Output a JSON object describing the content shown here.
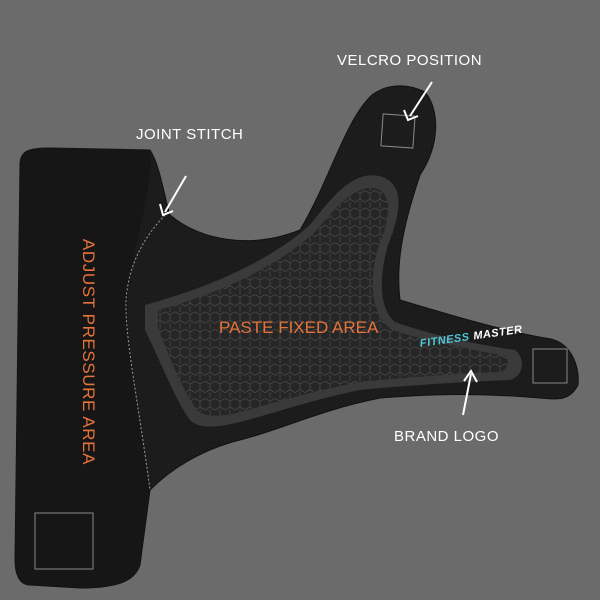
{
  "labels": {
    "velcro_position": "VELCRO POSITION",
    "joint_stitch": "JOINT STITCH",
    "brand_logo": "BRAND LOGO",
    "paste_fixed_area": "PASTE FIXED AREA",
    "adjust_pressure_area": "ADJUST PRESSURE AREA"
  },
  "brand": {
    "word1": "FITNESS",
    "word2": "MASTER"
  },
  "colors": {
    "background": "#6b6b6b",
    "brace_fabric": "#1d1d1d",
    "mesh_panel": "#2c2c2c",
    "label_text": "#ffffff",
    "area_text": "#e5733a",
    "brand_accent": "#4fc6d6"
  }
}
